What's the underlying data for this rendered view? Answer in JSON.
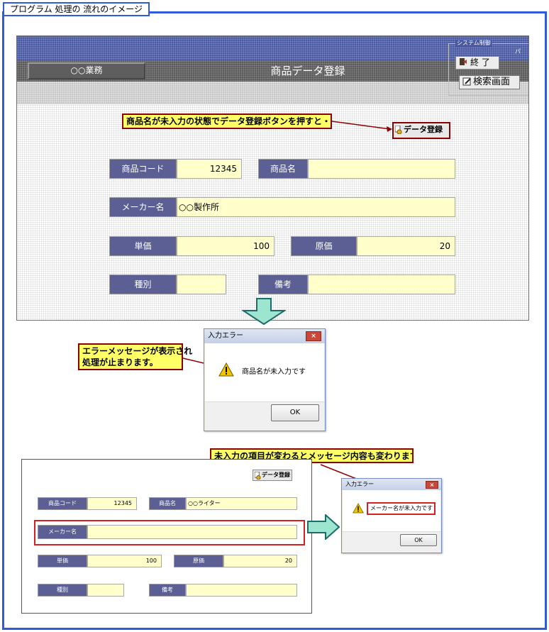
{
  "header": {
    "title": "プログラム 処理の 流れのイメージ"
  },
  "screen1": {
    "business_button": "○○業務",
    "title": "商品データ登録",
    "system_control_label": "システム制御",
    "system_control_label_cut": "パ",
    "exit_button": "終 了",
    "search_button": "検索画面",
    "callout": "商品名が未入力の状態でデータ登録ボタンを押すと・・・",
    "register_button": "データ登録",
    "fields": {
      "product_code_label": "商品コード",
      "product_code_value": "12345",
      "product_name_label": "商品名",
      "product_name_value": "",
      "maker_label": "メーカー名",
      "maker_value": "○○製作所",
      "unit_price_label": "単価",
      "unit_price_value": "100",
      "cost_label": "原価",
      "cost_value": "20",
      "type_label": "種別",
      "type_value": "",
      "remarks_label": "備考",
      "remarks_value": ""
    }
  },
  "error_dialog1": {
    "title": "入力エラー",
    "close": "×",
    "message": "商品名が未入力です",
    "ok_button": "OK",
    "callout_line1": "エラーメッセージが表示され",
    "callout_line2": "処理が止まります。"
  },
  "screen3": {
    "callout": "未入力の項目が変わるとメッセージ内容も変わります。",
    "register_button": "データ登録",
    "fields": {
      "product_code_label": "商品コード",
      "product_code_value": "12345",
      "product_name_label": "商品名",
      "product_name_value": "○○ライター",
      "maker_label": "メーカー名",
      "maker_value": "",
      "unit_price_label": "単価",
      "unit_price_value": "100",
      "cost_label": "原価",
      "cost_value": "20",
      "type_label": "種別",
      "type_value": "",
      "remarks_label": "備考",
      "remarks_value": ""
    }
  },
  "error_dialog2": {
    "title": "入力エラー",
    "close": "×",
    "message": "メーカー名が未入力です",
    "ok_button": "OK"
  },
  "colors": {
    "frame_border": "#2f5bd8",
    "callout_bg": "#ffff66",
    "callout_border": "#8b0000",
    "label_bg": "#5b5f93",
    "field_bg": "#ffffcc",
    "highlight_red": "#d32020",
    "arrow_fill": "#9ee5cf",
    "arrow_stroke": "#1e6b6b"
  }
}
